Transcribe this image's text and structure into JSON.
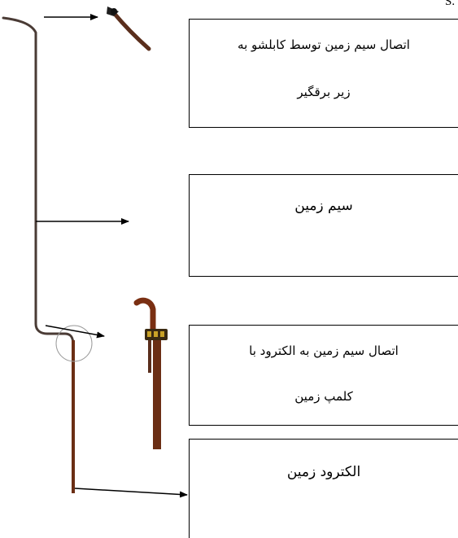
{
  "top_fragment": "S.",
  "labels": {
    "lug_connection": {
      "line1": "اتصال سیم زمین توسط کابلشو به",
      "line2": "زیر برقگیر"
    },
    "ground_wire": {
      "line1": "سیم زمین"
    },
    "clamp_connection": {
      "line1": "اتصال سیم زمین به الکترود با",
      "line2": "کلمپ زمین"
    },
    "ground_electrode": {
      "line1": "الکترود زمین"
    }
  },
  "colors": {
    "conductor": "#4a3b35",
    "copper": "#6b2e14",
    "clamp": "#3a2a12",
    "clamp_band": "#c9a227",
    "outline": "#000000",
    "circle": "#9a9a9a"
  }
}
